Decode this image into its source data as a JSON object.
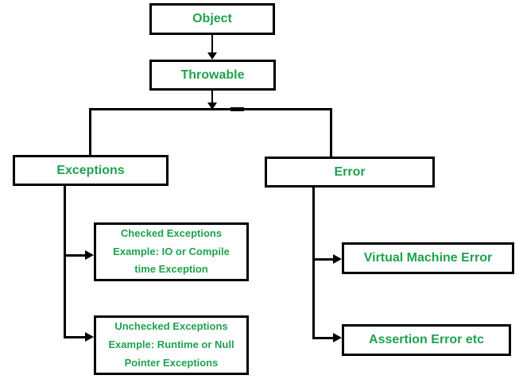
{
  "colors": {
    "text_green": "#1ea24e",
    "line_black": "#000000",
    "background": "#ffffff"
  },
  "nodes": {
    "object": {
      "label": "Object"
    },
    "throwable": {
      "label": "Throwable"
    },
    "exceptions": {
      "label": "Exceptions"
    },
    "error": {
      "label": "Error"
    },
    "checked": {
      "lines": [
        "Checked Exceptions",
        "Example: IO or Compile",
        "time Exception"
      ]
    },
    "unchecked": {
      "lines": [
        "Unchecked Exceptions",
        "Example: Runtime or Null",
        "Pointer Exceptions"
      ]
    },
    "vm_error": {
      "label": "Virtual Machine Error"
    },
    "assertion": {
      "label": "Assertion Error etc"
    }
  }
}
